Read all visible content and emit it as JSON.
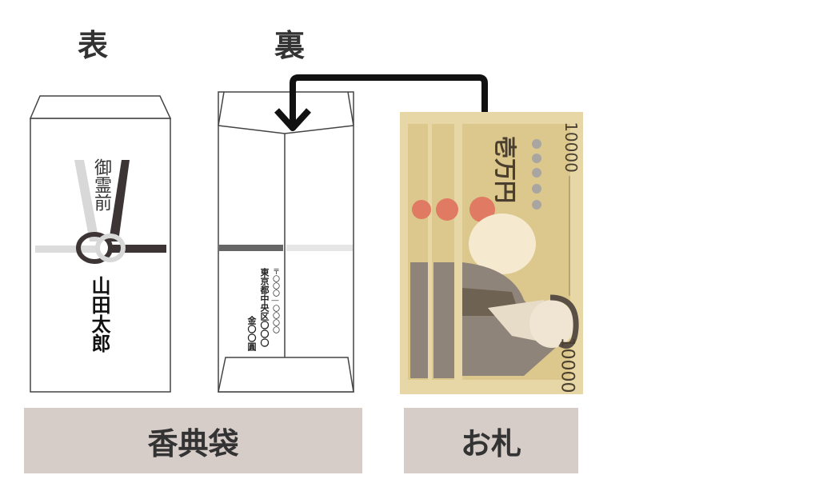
{
  "headings": {
    "front": "表",
    "back": "裏"
  },
  "front_envelope": {
    "title": "御霊前",
    "name": "山田太郎"
  },
  "back_envelope": {
    "postal": "〒〇〇〇―〇〇〇〇",
    "address": "東京都中央区〇〇〇",
    "amount": "金〇〇圓"
  },
  "banknote": {
    "denomination_text": "壱万円",
    "number_top": "10000",
    "number_bottom": "10000"
  },
  "labels": {
    "envelope": "香典袋",
    "bill": "お札"
  },
  "colors": {
    "label_bg": "#d6cdc8",
    "note": "#e2cf98",
    "seal": "#e07a62",
    "arrow": "#111111"
  }
}
